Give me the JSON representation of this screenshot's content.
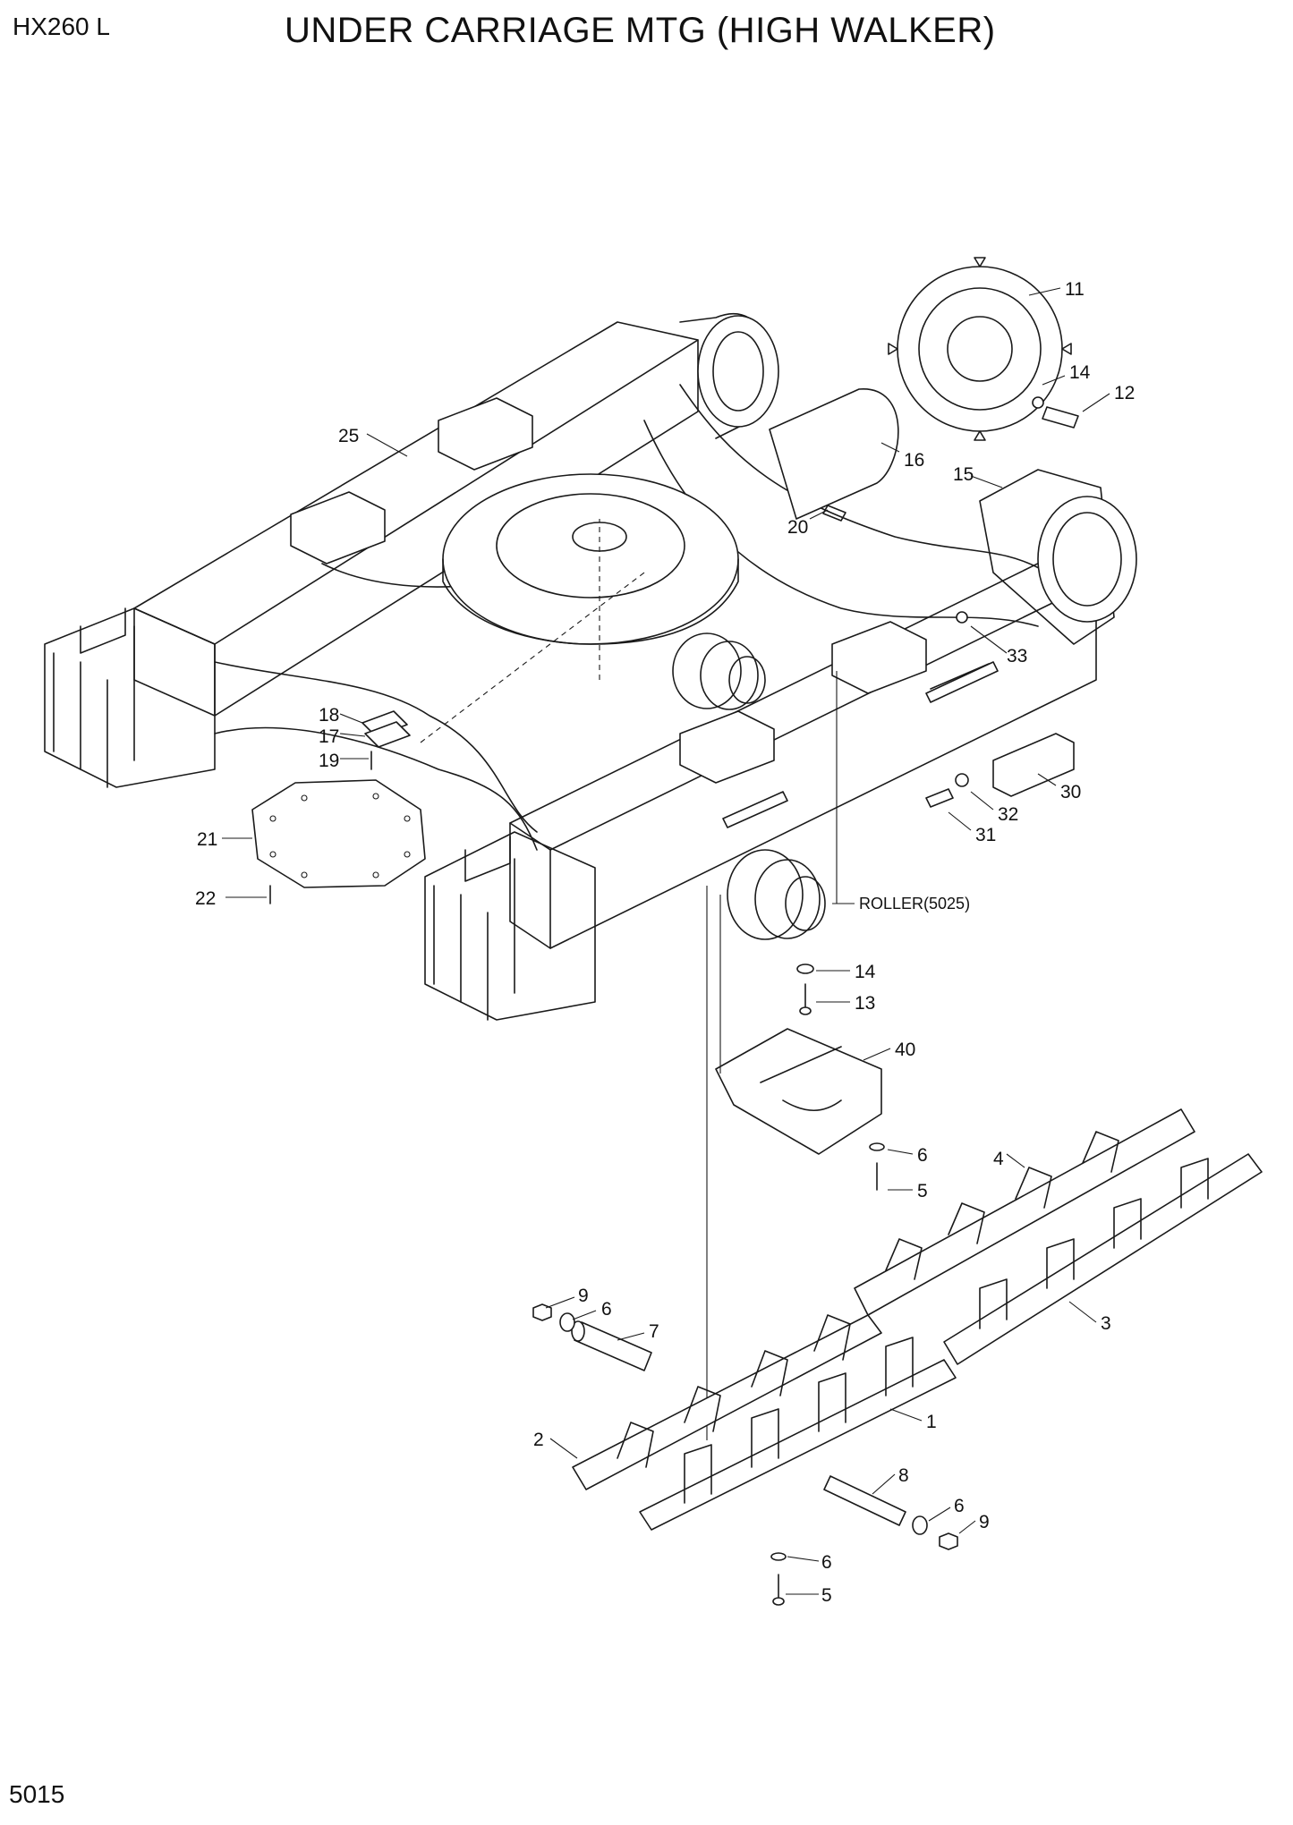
{
  "header": {
    "model": "HX260 L",
    "title": "UNDER CARRIAGE MTG (HIGH WALKER)"
  },
  "footer": {
    "page_number": "5015"
  },
  "callouts": [
    {
      "id": "c11",
      "text": "11"
    },
    {
      "id": "c14a",
      "text": "14"
    },
    {
      "id": "c12",
      "text": "12"
    },
    {
      "id": "c25",
      "text": "25"
    },
    {
      "id": "c16",
      "text": "16"
    },
    {
      "id": "c15",
      "text": "15"
    },
    {
      "id": "c20",
      "text": "20"
    },
    {
      "id": "c33",
      "text": "33"
    },
    {
      "id": "c18",
      "text": "18"
    },
    {
      "id": "c17",
      "text": "17"
    },
    {
      "id": "c19",
      "text": "19"
    },
    {
      "id": "c30",
      "text": "30"
    },
    {
      "id": "c32",
      "text": "32"
    },
    {
      "id": "c31",
      "text": "31"
    },
    {
      "id": "c21",
      "text": "21"
    },
    {
      "id": "c22",
      "text": "22"
    },
    {
      "id": "croller",
      "text": "ROLLER(5025)"
    },
    {
      "id": "c14b",
      "text": "14"
    },
    {
      "id": "c13",
      "text": "13"
    },
    {
      "id": "c40",
      "text": "40"
    },
    {
      "id": "c6a",
      "text": "6"
    },
    {
      "id": "c4",
      "text": "4"
    },
    {
      "id": "c5a",
      "text": "5"
    },
    {
      "id": "c9a",
      "text": "9"
    },
    {
      "id": "c6b",
      "text": "6"
    },
    {
      "id": "c7",
      "text": "7"
    },
    {
      "id": "c3",
      "text": "3"
    },
    {
      "id": "c1",
      "text": "1"
    },
    {
      "id": "c2",
      "text": "2"
    },
    {
      "id": "c8",
      "text": "8"
    },
    {
      "id": "c6c",
      "text": "6"
    },
    {
      "id": "c9b",
      "text": "9"
    },
    {
      "id": "c6d",
      "text": "6"
    },
    {
      "id": "c5b",
      "text": "5"
    }
  ]
}
